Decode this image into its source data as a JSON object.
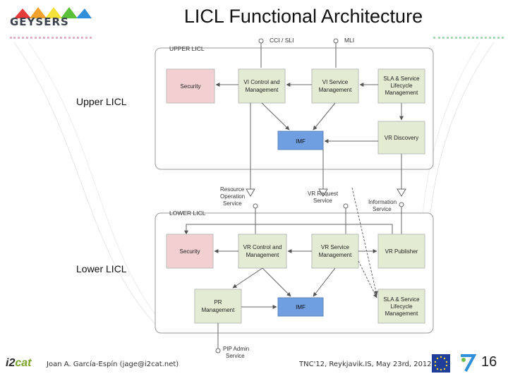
{
  "slide": {
    "title": "LICL Functional Architecture",
    "logo": "GEYSERS",
    "side_label_upper": "Upper LICL",
    "side_label_lower": "Lower LICL",
    "footer_author": "Joan A. García-Espín (jage@i2cat.net)",
    "footer_event": "TNC'12, Reykjavik.IS, May 23rd, 2012",
    "page_number": "16",
    "footer_logo_left": "i2",
    "footer_logo_right": "cat"
  },
  "diagram": {
    "upper_container_label": "UPPER LICL",
    "lower_container_label": "LOWER LICL",
    "interfaces": {
      "cci_sli": "CCI / SLI",
      "mli": "MLI",
      "resource_op_service": [
        "Resource",
        "Operation",
        "Service"
      ],
      "vr_request_service": [
        "VR Request",
        "Service"
      ],
      "information_service": [
        "Information",
        "Service"
      ],
      "pip_admin_service": [
        "PIP Admin",
        "Service"
      ]
    },
    "upper_blocks": {
      "security": [
        "Security"
      ],
      "vi_control": [
        "VI Control and",
        "Management"
      ],
      "vi_service": [
        "VI Service",
        "Management"
      ],
      "sla": [
        "SLA & Service",
        "Lifecycle",
        "Management"
      ],
      "imf": [
        "IMF"
      ],
      "vr_discovery": [
        "VR Discovery"
      ]
    },
    "lower_blocks": {
      "security": [
        "Security"
      ],
      "vr_control": [
        "VR Control and",
        "Management"
      ],
      "vr_service": [
        "VR Service",
        "Management"
      ],
      "vr_publisher": [
        "VR Publisher"
      ],
      "pr_management": [
        "PR",
        "Management"
      ],
      "imf": [
        "IMF"
      ],
      "sla": [
        "SLA & Service",
        "Lifecycle",
        "Management"
      ]
    },
    "colors": {
      "security": "#f2d0d2",
      "management": "#e3ecd3",
      "imf": "#6f9fe0",
      "container_border": "#9a9a9a",
      "arrow": "#666666"
    }
  }
}
